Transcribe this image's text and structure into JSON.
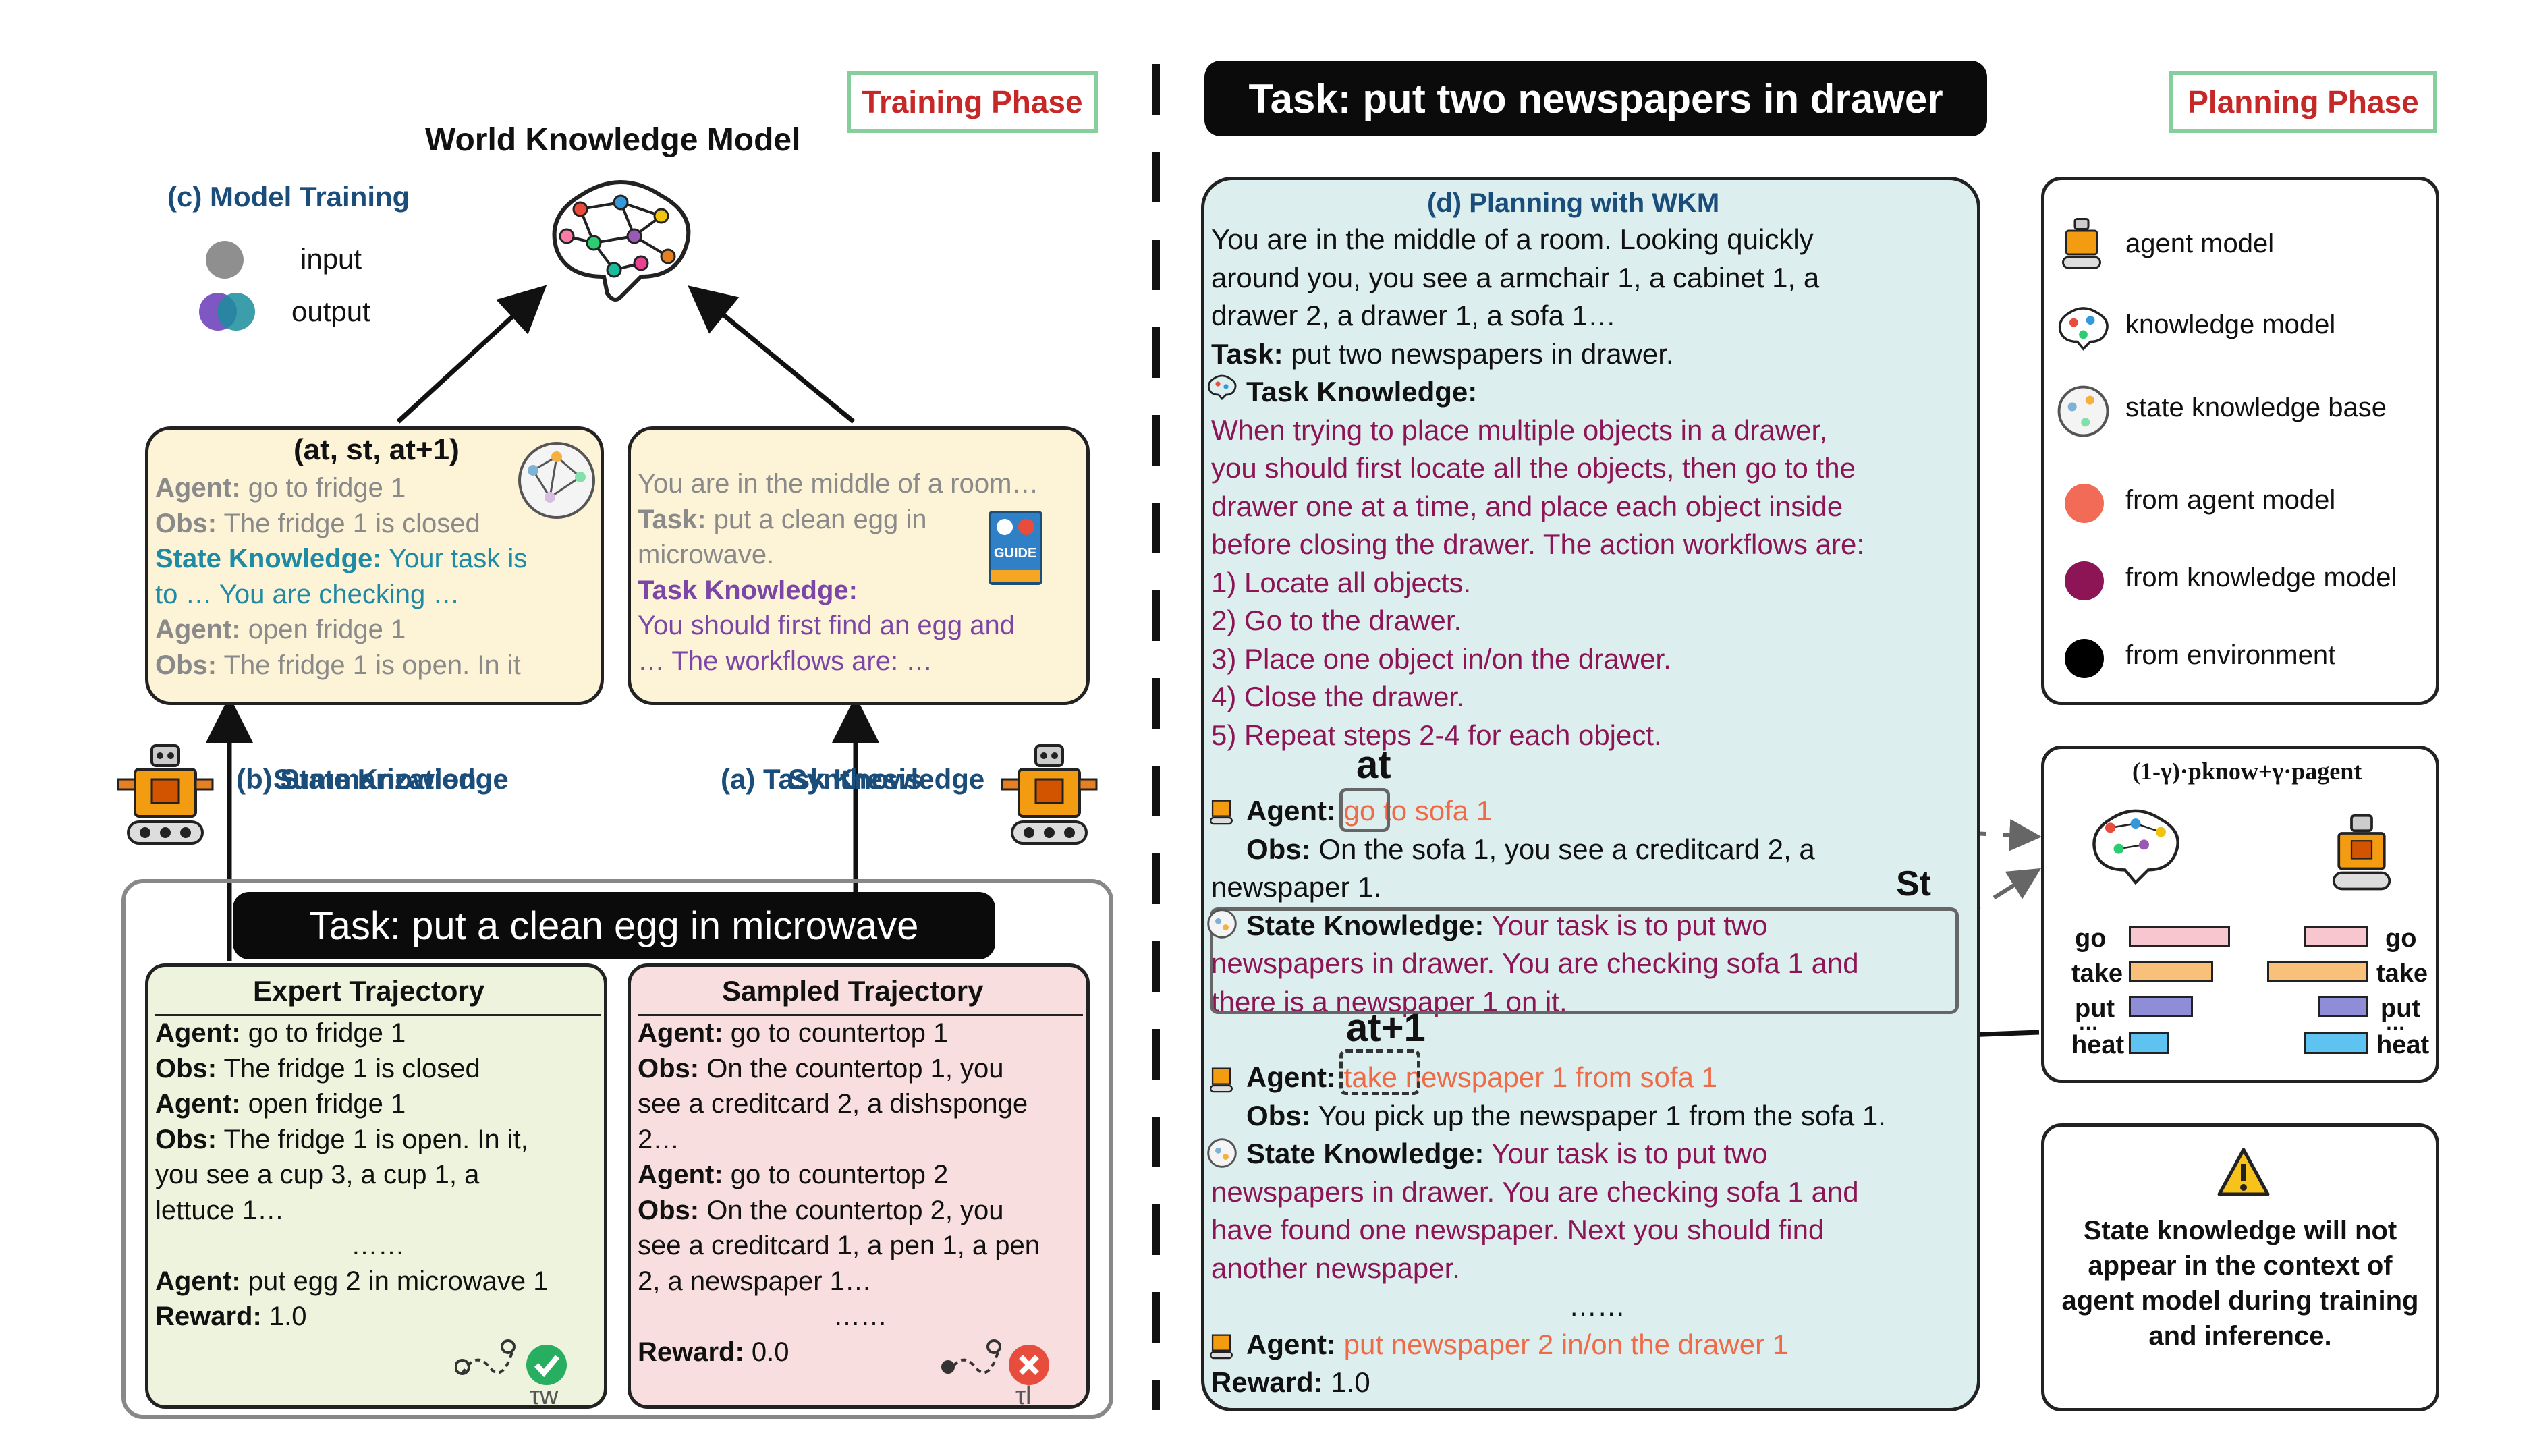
{
  "left": {
    "phase_label": "Training Phase",
    "wkm_title": "World Knowledge Model",
    "model_training": "(c) Model Training",
    "legend_input": "input",
    "legend_output": "output",
    "state_box": {
      "header": "(at, st, at+1)",
      "line1_agent": "Agent:",
      "line1": " go to fridge 1",
      "line2_obs": "Obs:",
      "line2": " The fridge 1 is closed",
      "line3_sk": "State Knowledge:",
      "line3": " Your task is",
      "line4": "to … You are checking …",
      "line5_agent": "Agent:",
      "line5": " open fridge 1",
      "line6_obs": "Obs:",
      "line6": " The fridge 1 is open. In it"
    },
    "task_box": {
      "line1": "You are in the middle of a room…",
      "line2_task": "Task:",
      "line2": " put a clean egg in",
      "line3": "microwave.",
      "line4": "Task Knowledge:",
      "line5": "You should first find an egg and",
      "line6": "… The workflows are: …",
      "guide_label": "GUIDE"
    },
    "state_summ": [
      "(b) State Knowledge",
      "Summarization"
    ],
    "task_synth": [
      "(a) Task Knowledge",
      "Synthesis"
    ],
    "main_task": "Task: put a clean egg in microwave",
    "expert": {
      "title": "Expert Trajectory",
      "lines": [
        [
          "Agent:",
          " go to fridge 1"
        ],
        [
          "Obs:",
          " The fridge 1 is closed"
        ],
        [
          "Agent:",
          " open fridge 1"
        ],
        [
          "Obs:",
          " The fridge 1 is open. In it,"
        ],
        [
          "",
          "you see a cup 3, a cup 1, a"
        ],
        [
          "",
          "lettuce 1…"
        ],
        [
          "",
          "……"
        ],
        [
          "Agent:",
          " put egg 2 in microwave 1"
        ],
        [
          "Reward:",
          " 1.0"
        ]
      ],
      "tau": "τw"
    },
    "sampled": {
      "title": "Sampled Trajectory",
      "lines": [
        [
          "Agent:",
          " go to countertop 1"
        ],
        [
          "Obs:",
          " On the countertop 1, you"
        ],
        [
          "",
          "see a creditcard 2, a dishsponge"
        ],
        [
          "",
          "2…"
        ],
        [
          "Agent:",
          " go to countertop 2"
        ],
        [
          "Obs:",
          " On the countertop 2, you"
        ],
        [
          "",
          "see a creditcard 1, a pen 1, a pen"
        ],
        [
          "",
          "2, a newspaper 1…"
        ],
        [
          "",
          "……"
        ],
        [
          "Reward:",
          " 0.0"
        ]
      ],
      "tau": "τl"
    }
  },
  "right": {
    "task_title": "Task: put two newspapers in drawer",
    "phase_label": "Planning Phase",
    "planning_title": "(d) Planning with WKM",
    "intro": [
      "You are in the middle of a room. Looking quickly",
      "around you, you see a armchair 1, a cabinet 1, a",
      "drawer 2, a drawer 1, a sofa 1…"
    ],
    "task_line_label": "Task:",
    "task_line": " put two newspapers in drawer.",
    "tk_label": "Task Knowledge:",
    "tk_lines": [
      "When trying to place multiple objects in a drawer,",
      "you should first locate all the objects, then go to the",
      "drawer one at a time, and place each object inside",
      "before closing the drawer. The action workflows are:",
      "1)  Locate all objects.",
      "2)  Go to the drawer.",
      "3)  Place one object in/on the drawer.",
      "4)  Close the drawer.",
      "5)  Repeat steps 2-4 for each object."
    ],
    "at_label": "at",
    "agent1_label": "Agent:",
    "agent1": "go to sofa 1",
    "obs1_label": "Obs:",
    "obs1": " On the sofa 1, you see a creditcard 2, a",
    "obs1b": "newspaper 1.",
    "st_label": "St",
    "sk1_label": "State Knowledge:",
    "sk1a": " Your task is to put two",
    "sk1b": "newspapers in drawer. You are checking sofa 1 and",
    "sk1c": "there is a newspaper 1 on it.",
    "at1_label": "at+1",
    "agent2_label": "Agent:",
    "agent2": "take newspaper 1 from sofa 1",
    "obs2_label": "Obs:",
    "obs2": " You pick up the newspaper 1 from the sofa 1.",
    "sk2_label": "State Knowledge:",
    "sk2a": " Your task is to put two",
    "sk2b": "newspapers in drawer. You are checking sofa 1 and",
    "sk2c": "have found one newspaper. Next you should find",
    "sk2d": "another newspaper.",
    "dots": "……",
    "agent3_label": "Agent:",
    "agent3": " put newspaper 2 in/on the drawer 1",
    "reward_label": "Reward:",
    "reward": " 1.0"
  },
  "legend": {
    "items": [
      "agent model",
      "knowledge model",
      "state knowledge base",
      "from agent model",
      "from knowledge model",
      "from environment"
    ],
    "colors": {
      "agent": "#f26b57",
      "knowledge": "#8d1556",
      "env": "#000000"
    }
  },
  "formula": {
    "text": "(1-γ)·pknow+γ·pagent",
    "actions": [
      "go",
      "take",
      "put",
      "…",
      "heat"
    ]
  },
  "warning": {
    "lines": [
      "State knowledge will not",
      "appear in the context of",
      "agent model during training",
      "and inference."
    ]
  }
}
